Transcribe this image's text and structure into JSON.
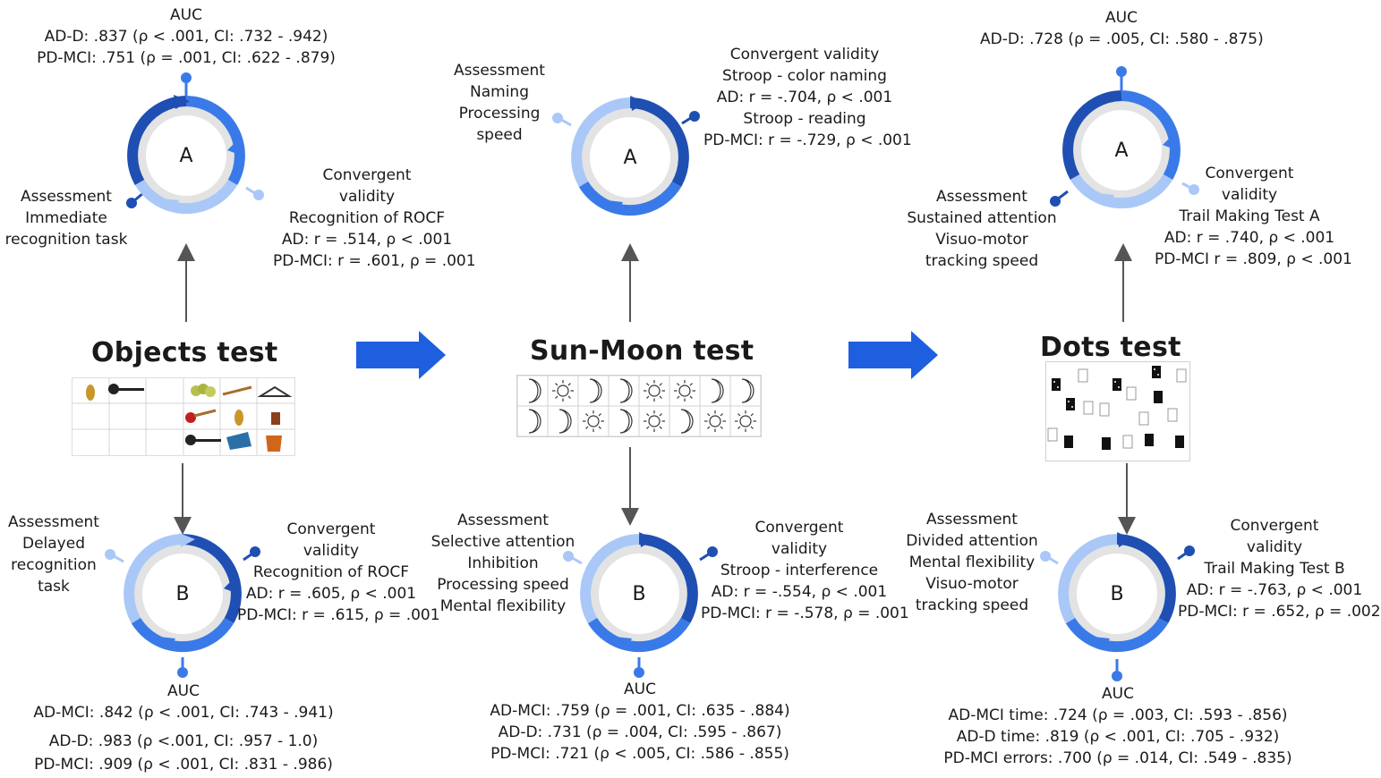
{
  "colors": {
    "dark_blue": "#1f4fb3",
    "mid_blue": "#3a7ae8",
    "light_blue": "#a9c8f7",
    "arrow_blue": "#1e5fe0"
  },
  "objects": {
    "title": "Objects test",
    "ringA": {
      "letter": "A"
    },
    "ringB": {
      "letter": "B"
    },
    "a_auc": {
      "head": "AUC",
      "l1": "AD-D: .837 (ρ < .001, CI: .732 - .942)",
      "l2": "PD-MCI: .751 (ρ = .001, CI: .622 - .879)"
    },
    "a_assess": {
      "l1": "Assessment",
      "l2": "Immediate",
      "l3": "recognition task"
    },
    "a_conv": {
      "l1": "Convergent",
      "l2": "validity",
      "l3": "Recognition of ROCF",
      "l4": "AD: r = .514, ρ < .001",
      "l5": "PD-MCI: r = .601, ρ = .001"
    },
    "b_assess": {
      "l1": "Assessment",
      "l2": "Delayed",
      "l3": "recognition",
      "l4": "task"
    },
    "b_conv": {
      "l1": "Convergent",
      "l2": "validity",
      "l3": "Recognition of ROCF",
      "l4": "AD: r = .605, ρ < .001",
      "l5": "PD-MCI: r = .615, ρ = .001"
    },
    "b_auc": {
      "head": "AUC",
      "l1": "AD-MCI: .842 (ρ < .001, CI: .743 - .941)",
      "l2": "AD-D: .983 (ρ <.001, CI: .957 - 1.0)",
      "l3": "PD-MCI: .909 (ρ < .001, CI: .831 - .986)"
    }
  },
  "sunmoon": {
    "title": "Sun-Moon test",
    "ringA": {
      "letter": "A"
    },
    "ringB": {
      "letter": "B"
    },
    "a_assess": {
      "l1": "Assessment",
      "l2": "Naming",
      "l3": "Processing",
      "l4": "speed"
    },
    "a_conv": {
      "l1": "Convergent validity",
      "l2": "Stroop - color naming",
      "l3": "AD: r = -.704, ρ < .001",
      "l4": "Stroop - reading",
      "l5": "PD-MCI: r = -.729, ρ < .001"
    },
    "b_assess": {
      "l1": "Assessment",
      "l2": "Selective attention",
      "l3": "Inhibition",
      "l4": "Processing speed",
      "l5": "Mental flexibility"
    },
    "b_conv": {
      "l1": "Convergent",
      "l2": "validity",
      "l3": "Stroop - interference",
      "l4": "AD: r = -.554, ρ < .001",
      "l5": "PD-MCI: r = -.578, ρ = .001"
    },
    "b_auc": {
      "head": "AUC",
      "l1": "AD-MCI: .759 (ρ = .001, CI: .635 - .884)",
      "l2": "AD-D: .731 (ρ = .004, CI: .595 - .867)",
      "l3": "PD-MCI: .721 (ρ < .005, CI: .586 - .855)"
    },
    "row1": [
      "moon",
      "sun",
      "moon",
      "moon",
      "sun",
      "sun",
      "moon",
      "moon"
    ],
    "row2": [
      "moon",
      "moon",
      "sun",
      "moon",
      "sun",
      "moon",
      "sun",
      "sun"
    ]
  },
  "dots": {
    "title": "Dots test",
    "ringA": {
      "letter": "A"
    },
    "ringB": {
      "letter": "B"
    },
    "a_auc": {
      "head": "AUC",
      "l1": "AD-D: .728 (ρ = .005, CI: .580 - .875)"
    },
    "a_assess": {
      "l1": "Assessment",
      "l2": "Sustained attention",
      "l3": "Visuo-motor",
      "l4": "tracking speed"
    },
    "a_conv": {
      "l1": "Convergent",
      "l2": "validity",
      "l3": "Trail Making Test A",
      "l4": "AD: r = .740, ρ < .001",
      "l5": "PD-MCI r = .809, ρ < .001"
    },
    "b_assess": {
      "l1": "Assessment",
      "l2": "Divided attention",
      "l3": "Mental flexibility",
      "l4": "Visuo-motor",
      "l5": "tracking speed"
    },
    "b_conv": {
      "l1": "Convergent",
      "l2": "validity",
      "l3": "Trail Making Test B",
      "l4": "AD: r = -.763, ρ < .001",
      "l5": "PD-MCI: r = .652, ρ = .002"
    },
    "b_auc": {
      "head": "AUC",
      "l1": "AD-MCI time: .724 (ρ = .003, CI: .593 - .856)",
      "l2": "AD-D time: .819 (ρ < .001, CI: .705 - .932)",
      "l3": "PD-MCI errors: .700 (ρ = .014, CI: .549 - .835)"
    }
  }
}
